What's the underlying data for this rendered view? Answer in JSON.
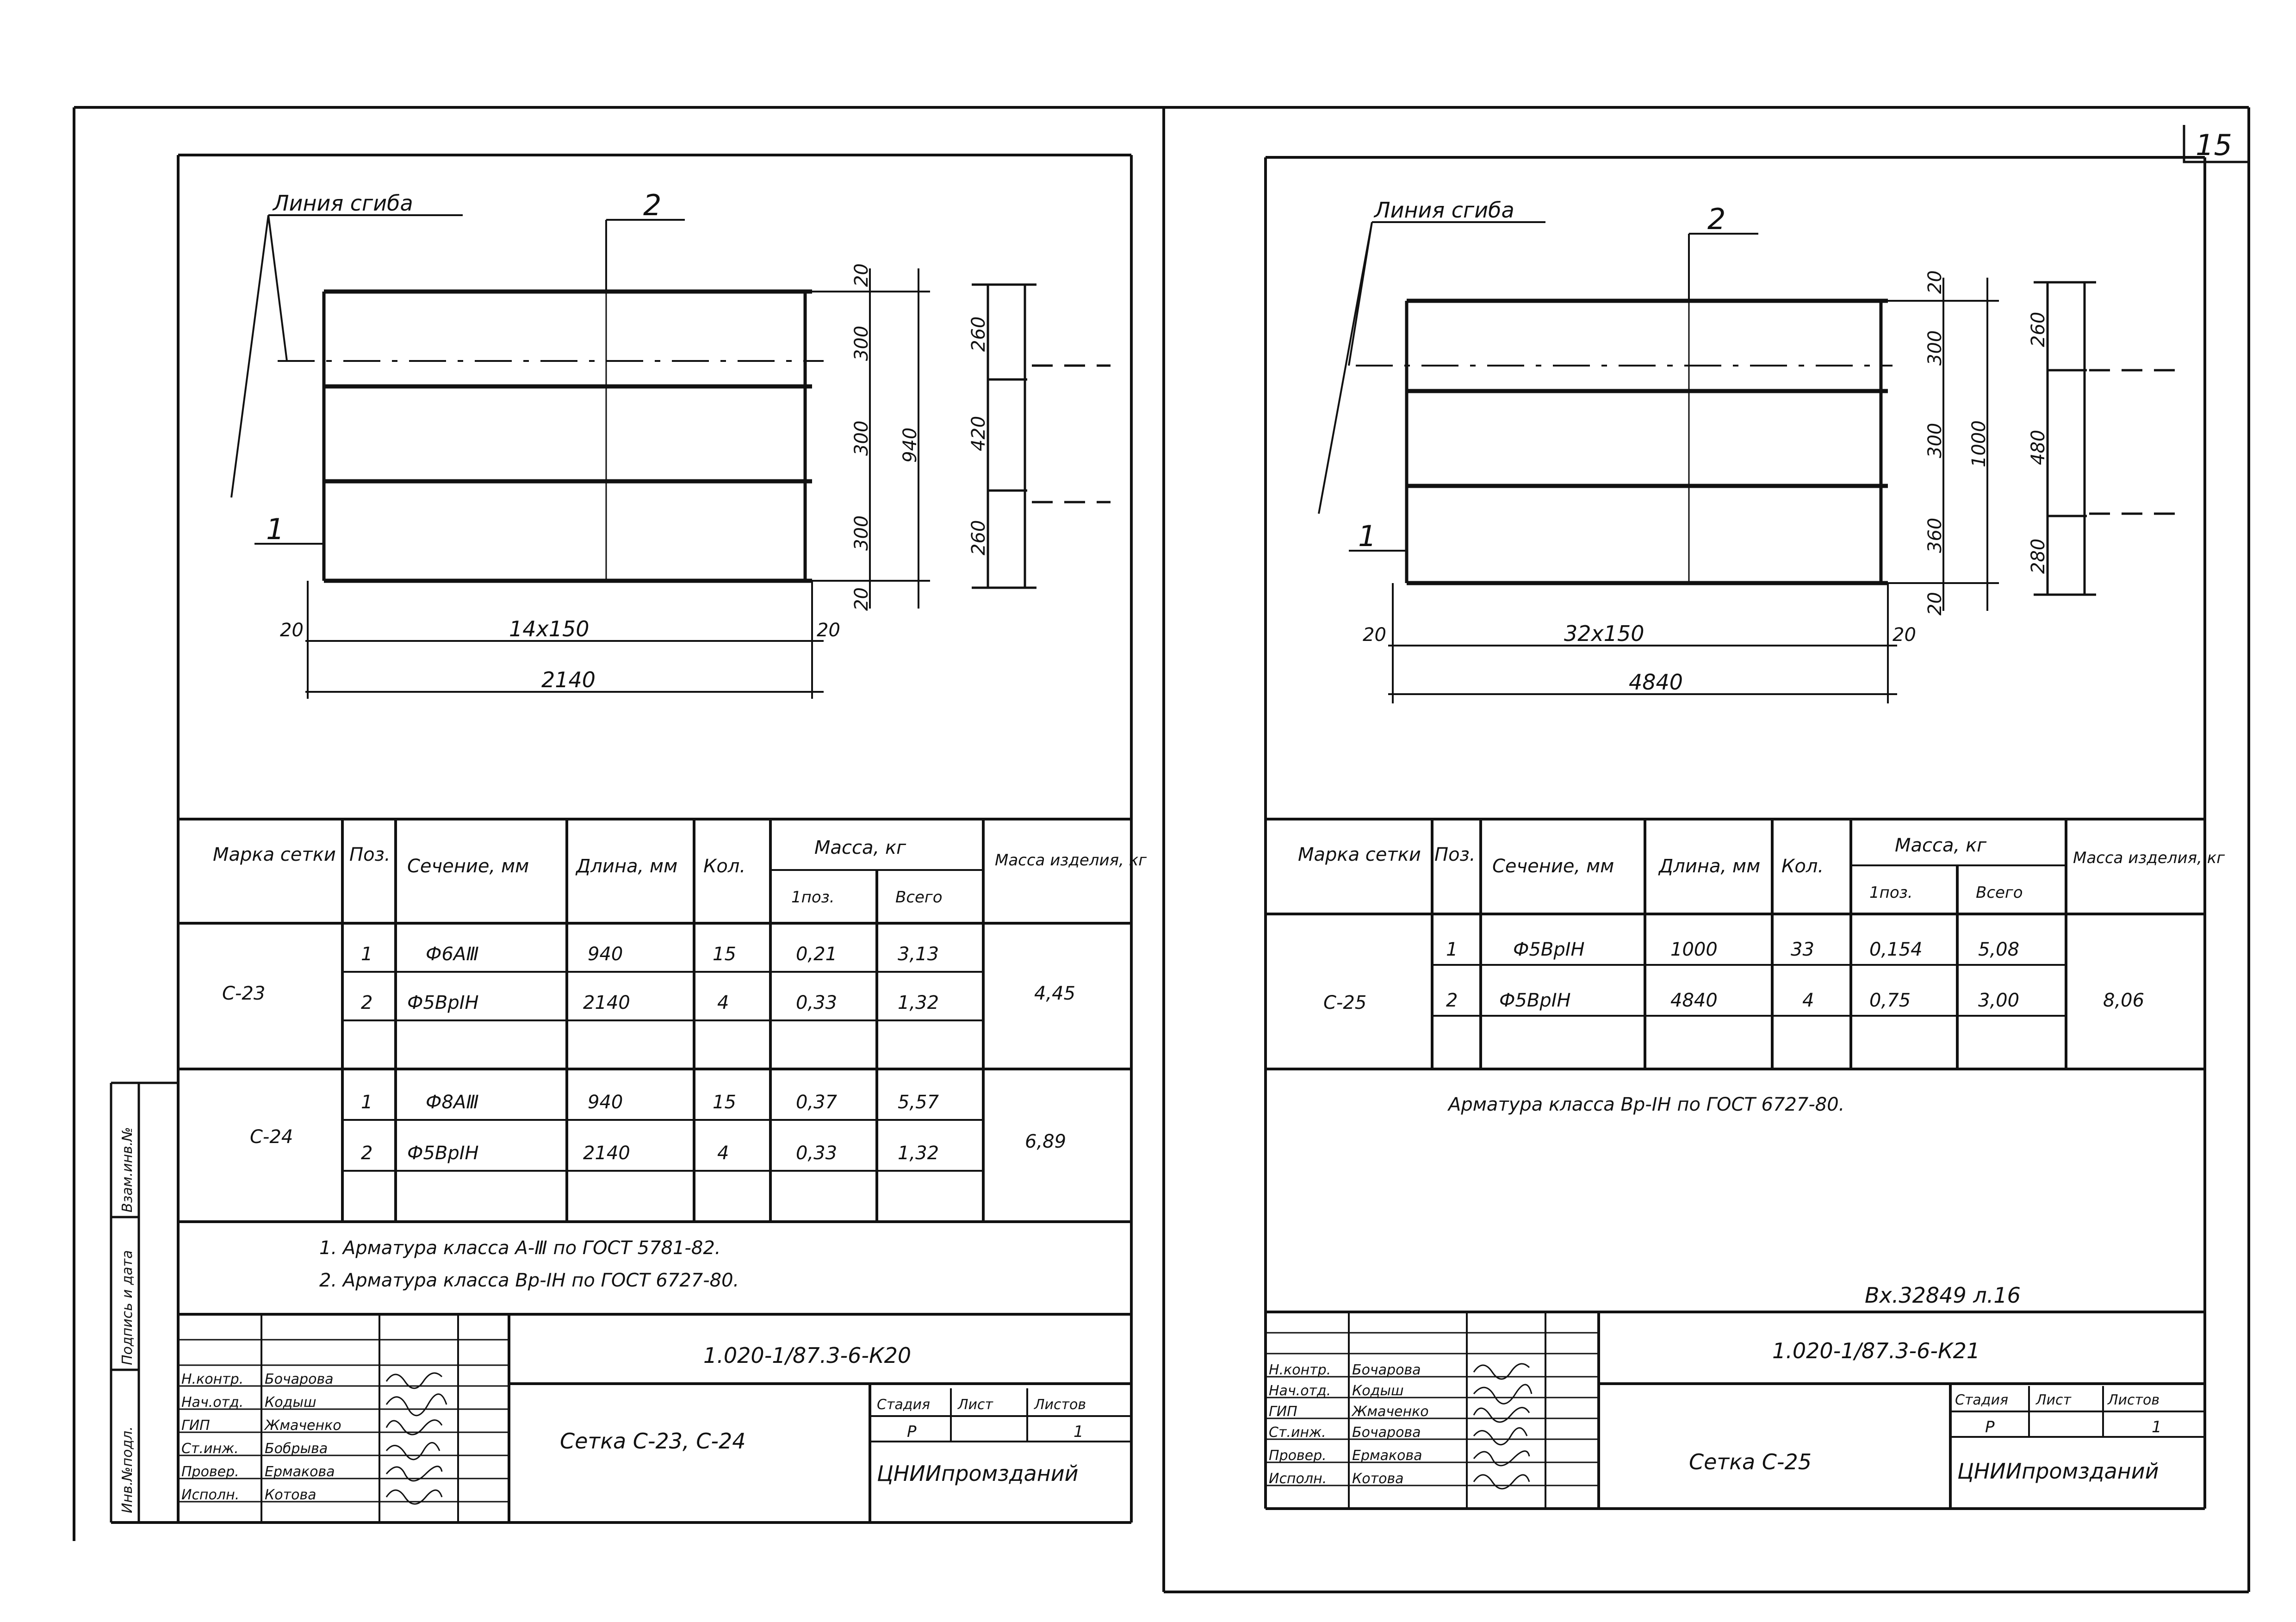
{
  "sheet": {
    "page_number": "15"
  },
  "left": {
    "drawing": {
      "bend_line_label": "Линия сгиба",
      "pos_1": "1",
      "pos_2": "2",
      "dim_top_20": "20",
      "dim_bottom_20": "20",
      "dim_300_a": "300",
      "dim_300_b": "300",
      "dim_300_c": "300",
      "dim_total_h": "940",
      "dim_left_20": "20",
      "dim_right_20": "20",
      "dim_spacing": "14х150",
      "dim_length": "2140",
      "section_260_top": "260",
      "section_420": "420",
      "section_260_bottom": "260"
    },
    "table": {
      "headers": {
        "mark": "Марка сетки",
        "pos": "Поз.",
        "section": "Сечение, мм",
        "length": "Длина, мм",
        "qty": "Кол.",
        "mass": "Масса, кг",
        "mass_1pos": "1поз.",
        "mass_total": "Всего",
        "item_mass": "Масса изделия, кг"
      },
      "groups": [
        {
          "mark": "С-23",
          "item_mass": "4,45",
          "rows": [
            {
              "pos": "1",
              "section": "Ф6АⅢ",
              "length": "940",
              "qty": "15",
              "m1": "0,21",
              "mt": "3,13"
            },
            {
              "pos": "2",
              "section": "Ф5ВрⅠН",
              "length": "2140",
              "qty": "4",
              "m1": "0,33",
              "mt": "1,32"
            }
          ]
        },
        {
          "mark": "С-24",
          "item_mass": "6,89",
          "rows": [
            {
              "pos": "1",
              "section": "Ф8АⅢ",
              "length": "940",
              "qty": "15",
              "m1": "0,37",
              "mt": "5,57"
            },
            {
              "pos": "2",
              "section": "Ф5ВрⅠН",
              "length": "2140",
              "qty": "4",
              "m1": "0,33",
              "mt": "1,32"
            }
          ]
        }
      ]
    },
    "notes": [
      "1. Арматура класса А-Ⅲ по ГОСТ 5781-82.",
      "2. Арматура класса Вр-ⅠН по ГОСТ 6727-80."
    ],
    "side_stamp": {
      "inv": "Инв.№подл.",
      "sign": "Подпись и дата",
      "swap": "Взам.инв.№"
    },
    "title_block": {
      "code": "1.020-1/87.3-6-К20",
      "title": "Сетка С-23, С-24",
      "org": "ЦНИИпромзданий",
      "stage_h": "Стадия",
      "sheet_h": "Лист",
      "sheets_h": "Листов",
      "stage": "Р",
      "sheets": "1",
      "people": [
        {
          "role": "Н.контр.",
          "name": "Бочарова"
        },
        {
          "role": "Нач.отд.",
          "name": "Кодыш"
        },
        {
          "role": "ГИП",
          "name": "Жмаченко"
        },
        {
          "role": "Ст.инж.",
          "name": "Бобрыва"
        },
        {
          "role": "Провер.",
          "name": "Ермакова"
        },
        {
          "role": "Исполн.",
          "name": "Котова"
        }
      ]
    }
  },
  "right": {
    "drawing": {
      "bend_line_label": "Линия сгиба",
      "pos_1": "1",
      "pos_2": "2",
      "dim_top_20": "20",
      "dim_bottom_20": "20",
      "dim_300_a": "300",
      "dim_300_b": "300",
      "dim_360": "360",
      "dim_total_h": "1000",
      "dim_left_20": "20",
      "dim_right_20": "20",
      "dim_spacing": "32х150",
      "dim_length": "4840",
      "section_260": "260",
      "section_480": "480",
      "section_280": "280"
    },
    "table": {
      "headers": {
        "mark": "Марка сетки",
        "pos": "Поз.",
        "section": "Сечение, мм",
        "length": "Длина, мм",
        "qty": "Кол.",
        "mass": "Масса, кг",
        "mass_1pos": "1поз.",
        "mass_total": "Всего",
        "item_mass": "Масса изделия, кг"
      },
      "groups": [
        {
          "mark": "С-25",
          "item_mass": "8,06",
          "rows": [
            {
              "pos": "1",
              "section": "Ф5ВрⅠН",
              "length": "1000",
              "qty": "33",
              "m1": "0,154",
              "mt": "5,08"
            },
            {
              "pos": "2",
              "section": "Ф5ВрⅠН",
              "length": "4840",
              "qty": "4",
              "m1": "0,75",
              "mt": "3,00"
            }
          ]
        }
      ]
    },
    "note": "Арматура класса Вр-ⅠН по ГОСТ 6727-80.",
    "archive_mark": "Вх.32849 л.16",
    "title_block": {
      "code": "1.020-1/87.3-6-К21",
      "title": "Сетка С-25",
      "org": "ЦНИИпромзданий",
      "stage_h": "Стадия",
      "sheet_h": "Лист",
      "sheets_h": "Листов",
      "stage": "Р",
      "sheets": "1",
      "people": [
        {
          "role": "Н.контр.",
          "name": "Бочарова"
        },
        {
          "role": "Нач.отд.",
          "name": "Кодыш"
        },
        {
          "role": "ГИП",
          "name": "Жмаченко"
        },
        {
          "role": "Ст.инж.",
          "name": "Бочарова"
        },
        {
          "role": "Провер.",
          "name": "Ермакова"
        },
        {
          "role": "Исполн.",
          "name": "Котова"
        }
      ]
    }
  }
}
